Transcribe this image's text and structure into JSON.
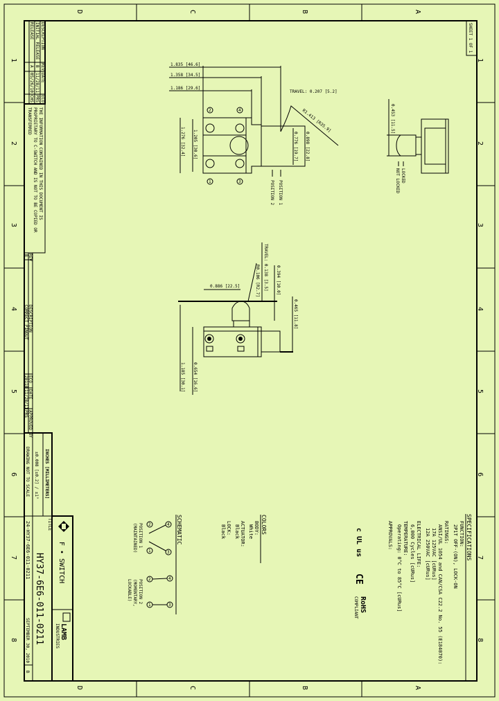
{
  "sheet": "SHEET 1 OF 1",
  "columns": [
    "D",
    "C",
    "B",
    "A"
  ],
  "rows": [
    "1",
    "2",
    "3",
    "4",
    "5",
    "6",
    "7",
    "8"
  ],
  "revision_table": {
    "headers": [
      "REV",
      "DATE",
      "ECO",
      "DESCRIPTION"
    ],
    "rows": [
      [
        "B",
        "11/28/11",
        "PRS",
        "INITIAL RELEASE"
      ],
      [
        "A",
        "05/26/10",
        "CHS",
        "RELEASE"
      ]
    ]
  },
  "note": "THE INFORMATION CONTAINED IN THIS DOCUMENT IS PROPRIETARY TO C-SWITCH AND IS NOT TO BE COPIED OR TRANSFERRED",
  "rev_block": {
    "rev_label": "REV",
    "rev": "B",
    "desc_label": "DESCRIPTION",
    "desc": "CORRECT PINOUT",
    "eco_label": "ECO",
    "eco": "28118",
    "date_label": "DATE",
    "date": "11/28/11",
    "by_label": "APPROVED BY",
    "by": "PRS"
  },
  "title_block": {
    "units": "INCHES [MILLIMETERS]",
    "tolerance": "±0.008 [±0.2] / ±1°",
    "scale_note": "DRAWING NOT TO SCALE",
    "title_label": "TITLE",
    "brand": "F • SWITCH",
    "part_number": "HY37-6E6-011-0211",
    "drawing_number": "24-HY37-6E6-011-0211",
    "company": "LAMB",
    "company_sub": "INDUSTRIES",
    "date": "SEPTEMBER 30, 2010",
    "rev": "B"
  },
  "top_view": {
    "dims": [
      "1.835 [46.6]",
      "1.358 [34.5]",
      "1.186 [29.6]",
      "1.276 [32.4]",
      "1.205 [30.6]",
      "0.776 [19.7]",
      "0.898 [22.8]"
    ],
    "travel": "TRAVEL: 0.207 [5.2]",
    "radius": "R1.413 [R35.9]",
    "terminals": [
      "2",
      "4",
      "1",
      "3"
    ],
    "position_1": "POSITION 1",
    "position_2": "POSITION 2"
  },
  "side_view": {
    "dims": [
      "0.886 [22.5]",
      "0.394 [10.0]",
      "0.465 [11.8]",
      "1.185 [30.1]",
      "0.654 [16.6]"
    ],
    "radius": "R0.106 [R2.7]",
    "travel": "TRAVEL: 0.138 [3.5]"
  },
  "lock_view": {
    "dim": "0.453 [11.5]",
    "locked": "LOCKED",
    "not_locked": "NOT LOCKED"
  },
  "specifications": {
    "title": "SPECIFICATIONS",
    "lines": [
      "FUNCTION:",
      "2P1T OFF-(ON), LOCK-ON",
      "RATINGS:",
      "ANSI/UL 1054 and CAN/CSA C22.2 No. 55 (E184070):",
      "17A 125VAC [cURus]",
      "12A 250VAC [cURus]",
      "ELECTRICAL LIFE:",
      "6,000 Cycles [cURus]",
      "TEMPERATURE:",
      "Operating: 0°C to 85°C [cURus]",
      "APPROVALS:"
    ],
    "approvals": {
      "ul": "c UL us",
      "ce": "CE",
      "rohs": "RoHS",
      "rohs_sub": "COMPLIANT"
    }
  },
  "colors": {
    "title": "COLORS",
    "body_label": "BODY:",
    "body": "White",
    "actuator_label": "ACTUATOR:",
    "actuator": "Black",
    "lock_label": "LOCK:",
    "lock": "Black"
  },
  "schematic": {
    "title": "SCHEMATIC",
    "pos1_terminals": [
      "4",
      "3",
      "2",
      "1"
    ],
    "pos2_terminals": [
      "4",
      "3",
      "2",
      "1"
    ],
    "position_1": [
      "POSITION 1",
      "(MAINTAINED)"
    ],
    "position_2": [
      "POSITION 2",
      "(MOMENTARY,",
      "LOCKABLE)"
    ]
  }
}
